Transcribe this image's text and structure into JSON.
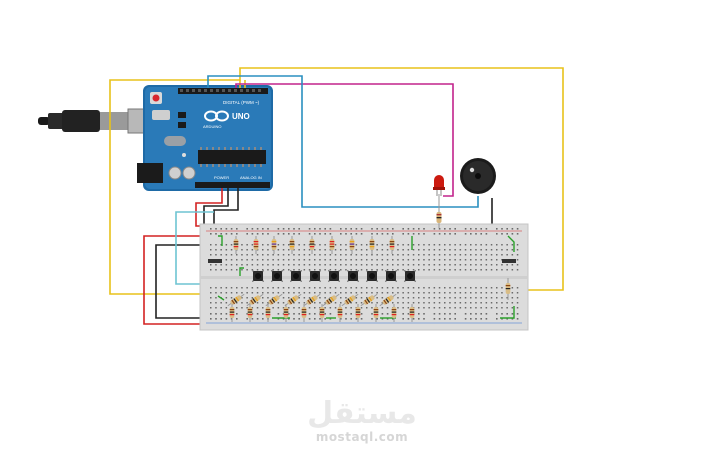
{
  "arduino": {
    "model_label": "UNO",
    "brand_label": "ARDUINO",
    "header_digital_label": "DIGITAL (PWM ~)",
    "power_label": "POWER",
    "analog_label": "ANALOG IN"
  },
  "components": {
    "buttons_count": 9,
    "pulldown_resistors_count": 9,
    "led_color": "#cc1a0f",
    "buzzer_color": "#1b1b1b"
  },
  "wire_colors": {
    "yellow": "#e8c21a",
    "magenta": "#c2238c",
    "blue": "#2a8fc0",
    "cyan": "#6ec4d2",
    "red": "#d32222",
    "black": "#222222",
    "green": "#2aa02a"
  },
  "watermark": {
    "arabic": "مستقل",
    "latin": "mostaql.com"
  }
}
